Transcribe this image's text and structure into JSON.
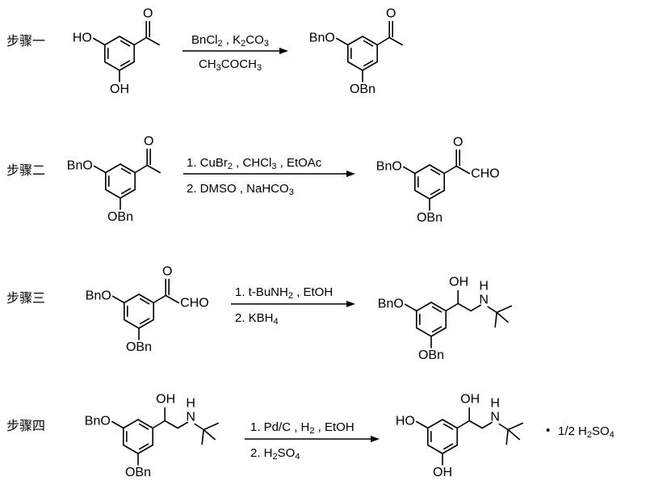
{
  "steps": [
    {
      "label": "步骤一",
      "reagents_above": [
        {
          "t": "BnCl"
        },
        {
          "t": "2",
          "sub": true
        },
        {
          "t": " , K"
        },
        {
          "t": "2",
          "sub": true
        },
        {
          "t": "CO"
        },
        {
          "t": "3",
          "sub": true
        }
      ],
      "reagents_below": [
        {
          "t": "CH"
        },
        {
          "t": "3",
          "sub": true
        },
        {
          "t": "COCH"
        },
        {
          "t": "3",
          "sub": true
        }
      ]
    },
    {
      "label": "步骤二",
      "reagents_above": [
        {
          "t": "1. CuBr"
        },
        {
          "t": "2",
          "sub": true
        },
        {
          "t": " , CHCl"
        },
        {
          "t": "3",
          "sub": true
        },
        {
          "t": " , EtOAc"
        }
      ],
      "reagents_below": [
        {
          "t": "2. DMSO , NaHCO"
        },
        {
          "t": "3",
          "sub": true
        }
      ]
    },
    {
      "label": "步骤三",
      "reagents_above": [
        {
          "t": "1. t-BuNH"
        },
        {
          "t": "2",
          "sub": true
        },
        {
          "t": " , EtOH"
        }
      ],
      "reagents_below": [
        {
          "t": "2. KBH"
        },
        {
          "t": "4",
          "sub": true
        }
      ]
    },
    {
      "label": "步骤四",
      "reagents_above": [
        {
          "t": "1. Pd/C , H"
        },
        {
          "t": "2",
          "sub": true
        },
        {
          "t": " , EtOH"
        }
      ],
      "reagents_below": [
        {
          "t": "2. H"
        },
        {
          "t": "2",
          "sub": true
        },
        {
          "t": "SO"
        },
        {
          "t": "4",
          "sub": true
        }
      ]
    }
  ],
  "labels": {
    "HO": "HO",
    "OH": "OH",
    "BnO": "BnO",
    "OBn": "OBn",
    "O": "O",
    "CHO": "CHO",
    "N": "N",
    "H": "H"
  },
  "salt": {
    "dot": "•",
    "parts": [
      {
        "t": "1/2 H"
      },
      {
        "t": "2",
        "sub": true
      },
      {
        "t": "SO"
      },
      {
        "t": "4",
        "sub": true
      }
    ]
  }
}
